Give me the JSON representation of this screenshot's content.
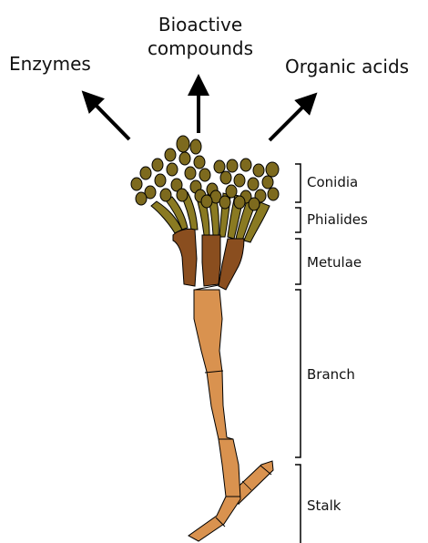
{
  "products": {
    "enzymes": "Enzymes",
    "bioactive_line1": "Bioactive",
    "bioactive_line2": "compounds",
    "organic_acids": "Organic acids"
  },
  "structures": {
    "conidia": "Conidia",
    "phialides": "Phialides",
    "metulae": "Metulae",
    "branch": "Branch",
    "stalk": "Stalk"
  },
  "colors": {
    "conidia": "#7d6a1e",
    "phialides": "#8a7a22",
    "metulae": "#8a4e1f",
    "stalk": "#d9924f",
    "outline": "#000000"
  }
}
